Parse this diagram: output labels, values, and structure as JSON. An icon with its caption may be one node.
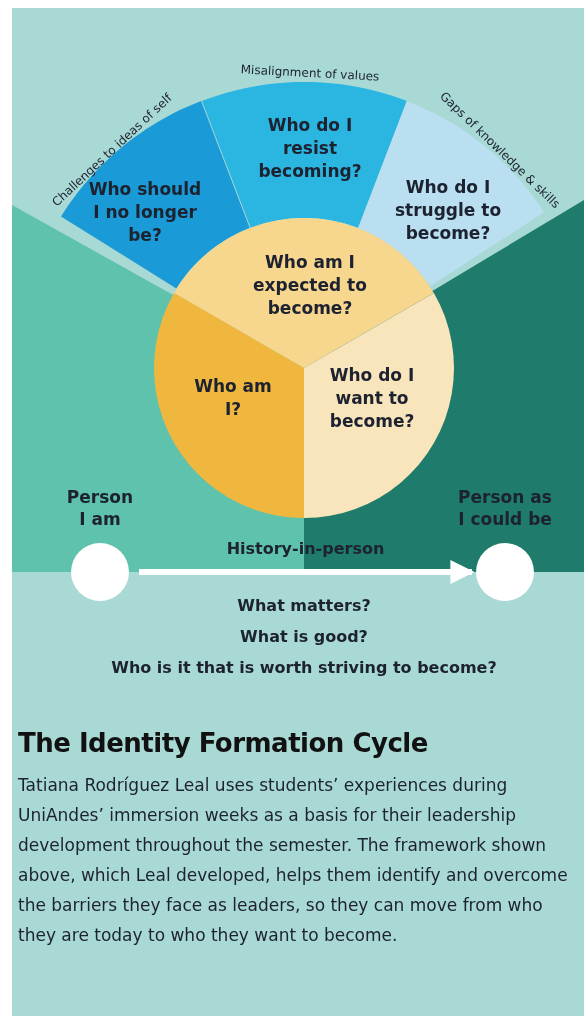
{
  "diagram": {
    "title": "The Identity Formation Cycle",
    "caption": "Tatiana Rodríguez Leal uses students’ experiences during UniAndes’ immersion weeks as a basis for their leadership development throughout the semester. The framework shown above, which Leal developed, helps them identify and overcome the barriers they face as leaders, so they can move from who they are today to who they want to become.",
    "nodes": [
      {
        "text": [
          "Who should I no longer be?"
        ],
        "beside": [
          "Challenges to ideas of self"
        ]
      },
      {
        "text": [
          "Who do I resist becoming?"
        ],
        "beside": [
          "Misalignment of values"
        ]
      },
      {
        "text": [
          "Who do I struggle to become?"
        ],
        "beside": [
          "Gaps of knowledge & skills"
        ]
      },
      {
        "text": [
          "Who am I expected to become?"
        ]
      },
      {
        "text": [
          "Who am I?"
        ]
      },
      {
        "text": [
          "Who do I want to become?"
        ]
      },
      {
        "text": [
          "Person I am"
        ]
      },
      {
        "text": [
          "Person as I could be"
        ]
      }
    ],
    "edges": [
      {
        "from": 6,
        "to": 7,
        "arrow": "to",
        "label": "History-in-person"
      }
    ],
    "labels": [
      "What matters?",
      "What is good?",
      "Who is it that is worth striving to become?"
    ]
  }
}
